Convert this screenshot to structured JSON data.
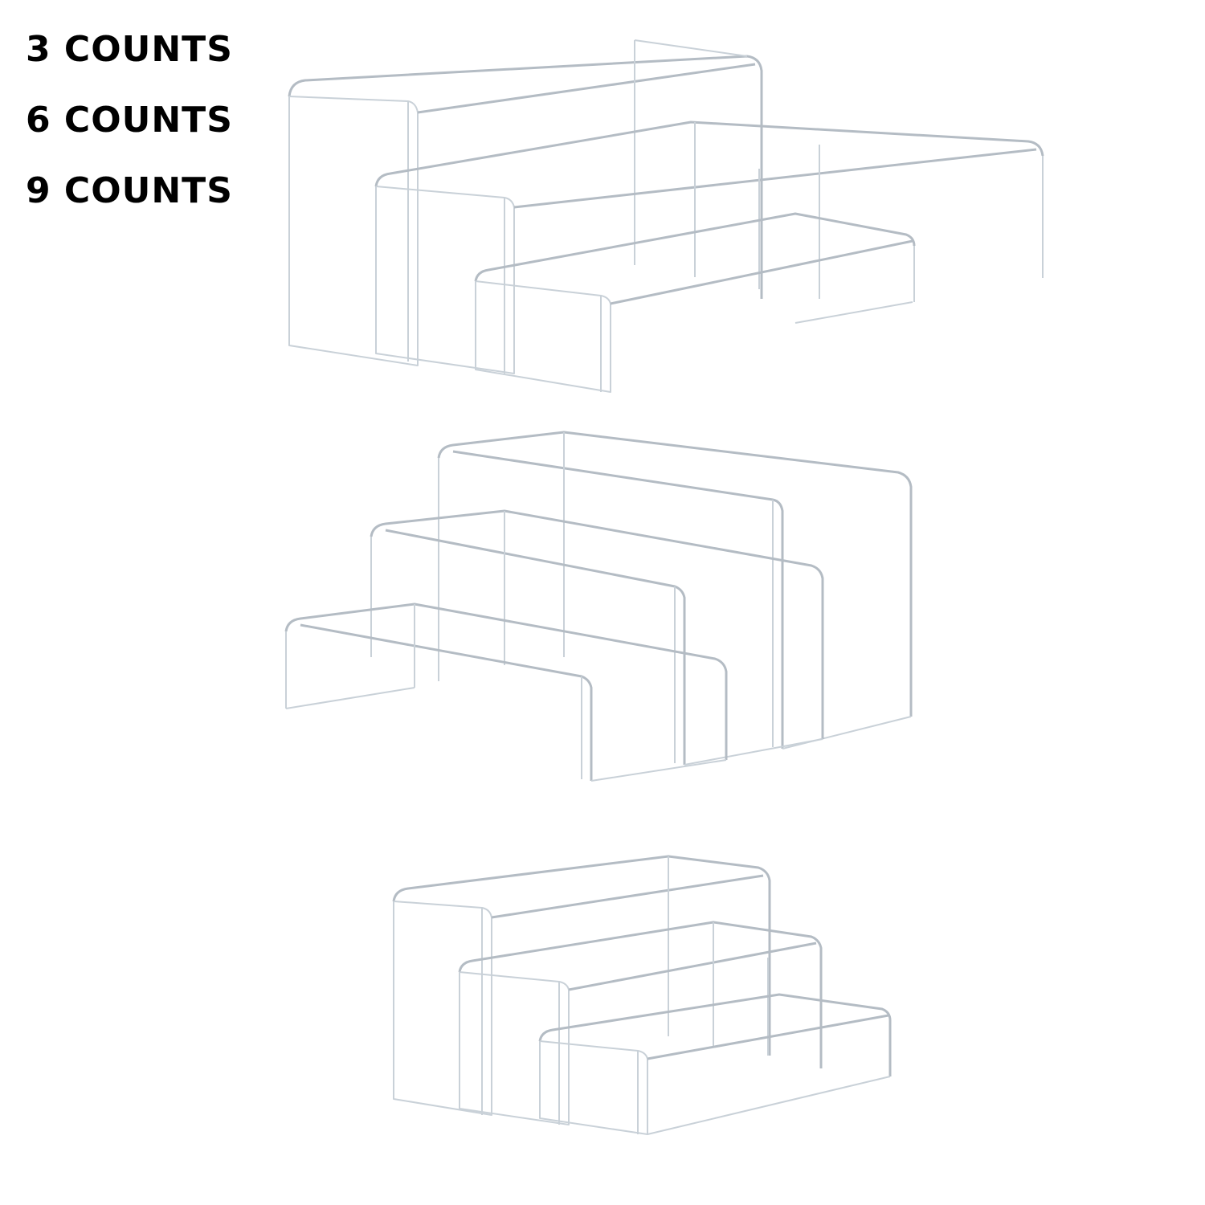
{
  "count_options": [
    {
      "label": "3 COUNTS"
    },
    {
      "label": "6 COUNTS"
    },
    {
      "label": "9 COUNTS"
    }
  ],
  "product": {
    "material_color": "#c9d1d8",
    "background_color": "#ffffff",
    "sets_shown": 3,
    "risers_per_set": 3
  }
}
